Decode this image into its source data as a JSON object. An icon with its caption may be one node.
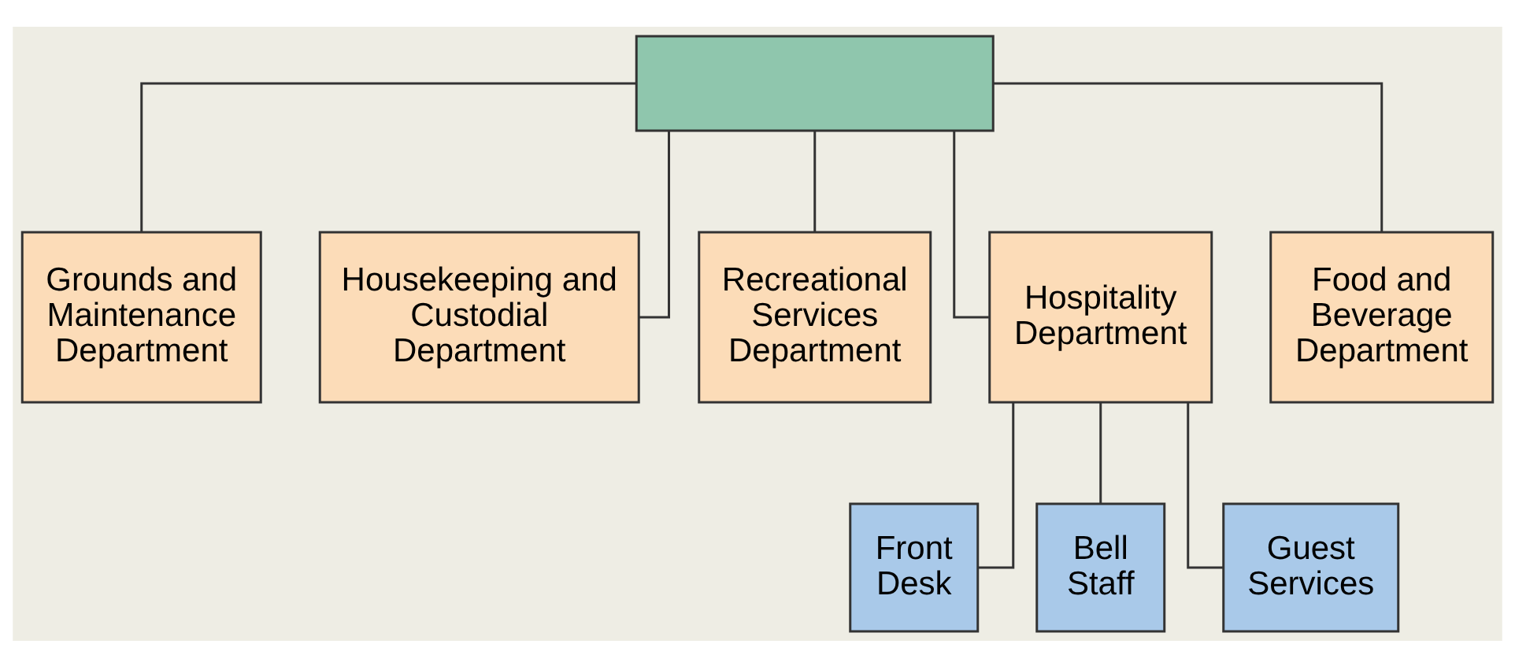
{
  "diagram": {
    "nodes": [
      {
        "text": [],
        "shape": "box"
      },
      {
        "text": [
          "Grounds and Maintenance Department"
        ]
      },
      {
        "text": [
          "Housekeeping and Custodial Department"
        ]
      },
      {
        "text": [
          "Recreational Services Department"
        ]
      },
      {
        "text": [
          "Hospitality Department"
        ]
      },
      {
        "text": [
          "Food and Beverage Department"
        ]
      },
      {
        "text": [
          "Front Desk"
        ]
      },
      {
        "text": [
          "Bell Staff"
        ]
      },
      {
        "text": [
          "Guest Services"
        ]
      }
    ],
    "edges": [
      {
        "from": 0,
        "to": 1,
        "arrow": "none"
      },
      {
        "from": 0,
        "to": 2,
        "arrow": "none"
      },
      {
        "from": 0,
        "to": 3,
        "arrow": "none"
      },
      {
        "from": 0,
        "to": 4,
        "arrow": "none"
      },
      {
        "from": 0,
        "to": 5,
        "arrow": "none"
      },
      {
        "from": 4,
        "to": 6,
        "arrow": "none"
      },
      {
        "from": 4,
        "to": 7,
        "arrow": "none"
      },
      {
        "from": 4,
        "to": 8,
        "arrow": "none"
      }
    ]
  }
}
